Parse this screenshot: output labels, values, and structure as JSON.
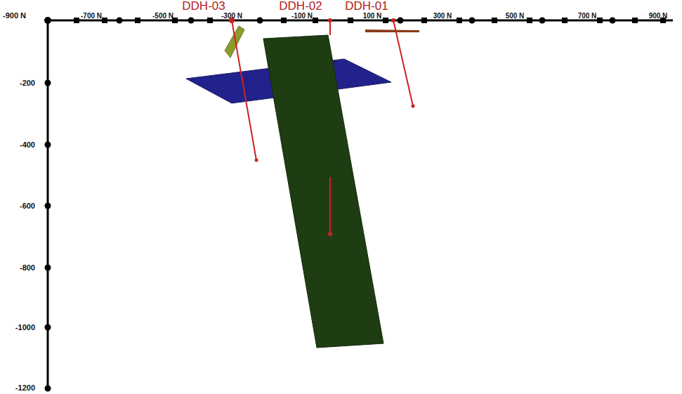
{
  "diagram": {
    "labels": [
      "-900 N",
      "-700 N",
      "-500 N",
      "-300 N",
      "-100 N",
      "100 N",
      "300 N",
      "500 N",
      "700 N",
      "900 N",
      "-200",
      "-400",
      "-600",
      "-800",
      "-1000",
      "-1200",
      "DDH-03",
      "DDH-02",
      "DDH-01"
    ]
  }
}
